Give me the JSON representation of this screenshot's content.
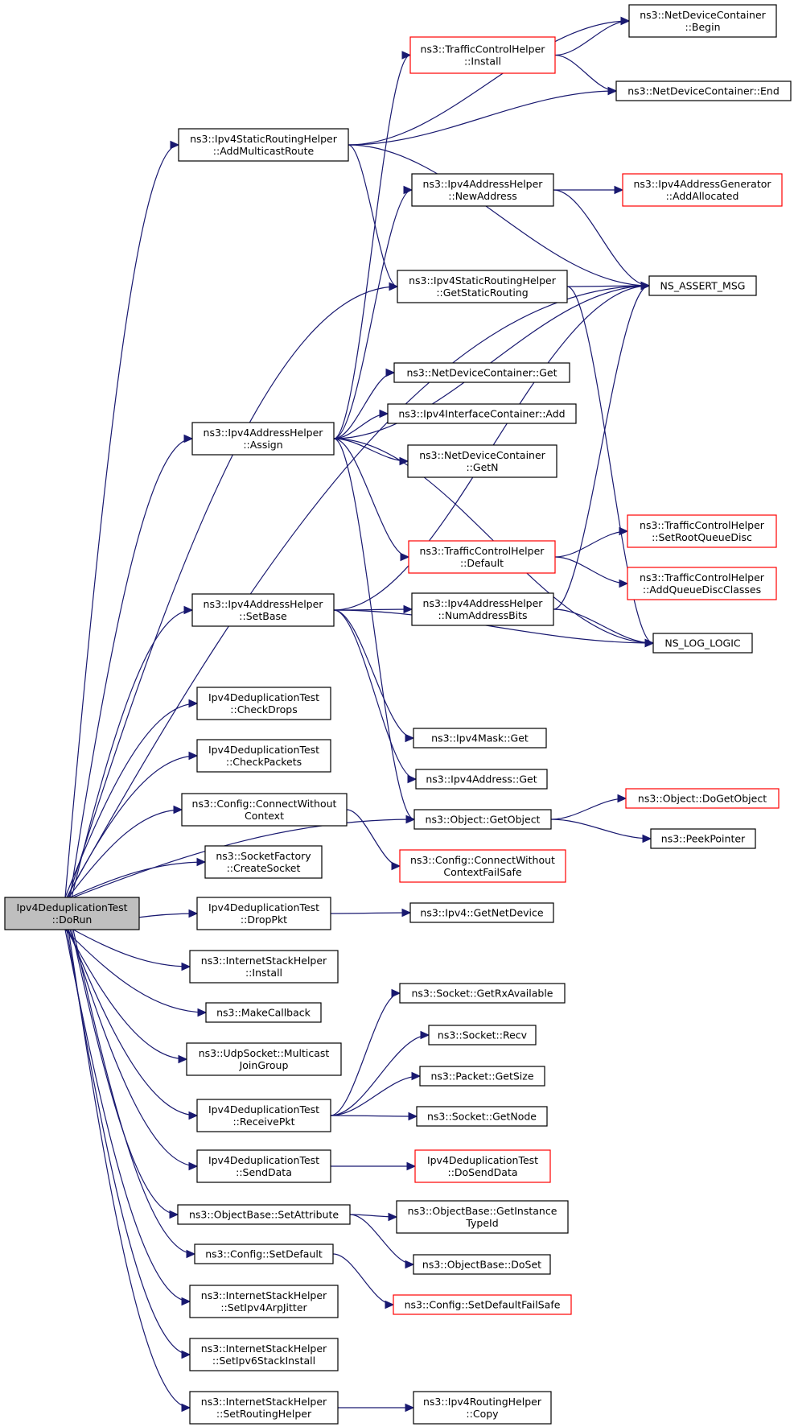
{
  "colors": {
    "edge": "#191970",
    "node_border": "#000000",
    "node_border_incomplete": "#ff0000",
    "root_fill": "#bfbfbf"
  },
  "nodes": {
    "root": {
      "lines": [
        "Ipv4DeduplicationTest",
        "::DoRun"
      ]
    },
    "add_mcast": {
      "lines": [
        "ns3::Ipv4StaticRoutingHelper",
        "::AddMulticastRoute"
      ]
    },
    "assign": {
      "lines": [
        "ns3::Ipv4AddressHelper",
        "::Assign"
      ]
    },
    "setbase": {
      "lines": [
        "ns3::Ipv4AddressHelper",
        "::SetBase"
      ]
    },
    "checkdrops": {
      "lines": [
        "Ipv4DeduplicationTest",
        "::CheckDrops"
      ]
    },
    "checkpackets": {
      "lines": [
        "Ipv4DeduplicationTest",
        "::CheckPackets"
      ]
    },
    "connwoctx": {
      "lines": [
        "ns3::Config::ConnectWithout",
        "Context"
      ]
    },
    "createsocket": {
      "lines": [
        "ns3::SocketFactory",
        "::CreateSocket"
      ]
    },
    "droppkt": {
      "lines": [
        "Ipv4DeduplicationTest",
        "::DropPkt"
      ]
    },
    "ish_install": {
      "lines": [
        "ns3::InternetStackHelper",
        "::Install"
      ]
    },
    "makecb": {
      "lines": [
        "ns3::MakeCallback"
      ]
    },
    "mcastjoin": {
      "lines": [
        "ns3::UdpSocket::Multicast",
        "JoinGroup"
      ]
    },
    "receivepkt": {
      "lines": [
        "Ipv4DeduplicationTest",
        "::ReceivePkt"
      ]
    },
    "senddata": {
      "lines": [
        "Ipv4DeduplicationTest",
        "::SendData"
      ]
    },
    "setattr": {
      "lines": [
        "ns3::ObjectBase::SetAttribute"
      ]
    },
    "setdefault": {
      "lines": [
        "ns3::Config::SetDefault"
      ]
    },
    "arpjitter": {
      "lines": [
        "ns3::InternetStackHelper",
        "::SetIpv4ArpJitter"
      ]
    },
    "ipv6install": {
      "lines": [
        "ns3::InternetStackHelper",
        "::SetIpv6StackInstall"
      ]
    },
    "routinghelper": {
      "lines": [
        "ns3::InternetStackHelper",
        "::SetRoutingHelper"
      ]
    },
    "tch_install": {
      "lines": [
        "ns3::TrafficControlHelper",
        "::Install"
      ]
    },
    "newaddress": {
      "lines": [
        "ns3::Ipv4AddressHelper",
        "::NewAddress"
      ]
    },
    "getstatic": {
      "lines": [
        "ns3::Ipv4StaticRoutingHelper",
        "::GetStaticRouting"
      ]
    },
    "ndc_get": {
      "lines": [
        "ns3::NetDeviceContainer::Get"
      ]
    },
    "ifc_add": {
      "lines": [
        "ns3::Ipv4InterfaceContainer::Add"
      ]
    },
    "ndc_getn": {
      "lines": [
        "ns3::NetDeviceContainer",
        "::GetN"
      ]
    },
    "tch_default": {
      "lines": [
        "ns3::TrafficControlHelper",
        "::Default"
      ]
    },
    "numaddrbits": {
      "lines": [
        "ns3::Ipv4AddressHelper",
        "::NumAddressBits"
      ]
    },
    "mask_get": {
      "lines": [
        "ns3::Ipv4Mask::Get"
      ]
    },
    "addr_get": {
      "lines": [
        "ns3::Ipv4Address::Get"
      ]
    },
    "getobject": {
      "lines": [
        "ns3::Object::GetObject"
      ]
    },
    "connfailsafe": {
      "lines": [
        "ns3::Config::ConnectWithout",
        "ContextFailSafe"
      ]
    },
    "getnetdevice": {
      "lines": [
        "ns3::Ipv4::GetNetDevice"
      ]
    },
    "getrxavail": {
      "lines": [
        "ns3::Socket::GetRxAvailable"
      ]
    },
    "recv": {
      "lines": [
        "ns3::Socket::Recv"
      ]
    },
    "getsize": {
      "lines": [
        "ns3::Packet::GetSize"
      ]
    },
    "getnode": {
      "lines": [
        "ns3::Socket::GetNode"
      ]
    },
    "dosenddata": {
      "lines": [
        "Ipv4DeduplicationTest",
        "::DoSendData"
      ]
    },
    "getinsttype": {
      "lines": [
        "ns3::ObjectBase::GetInstance",
        "TypeId"
      ]
    },
    "doset": {
      "lines": [
        "ns3::ObjectBase::DoSet"
      ]
    },
    "setdefaultfs": {
      "lines": [
        "ns3::Config::SetDefaultFailSafe"
      ]
    },
    "rh_copy": {
      "lines": [
        "ns3::Ipv4RoutingHelper",
        "::Copy"
      ]
    },
    "ndc_begin": {
      "lines": [
        "ns3::NetDeviceContainer",
        "::Begin"
      ]
    },
    "ndc_end": {
      "lines": [
        "ns3::NetDeviceContainer::End"
      ]
    },
    "addallocated": {
      "lines": [
        "ns3::Ipv4AddressGenerator",
        "::AddAllocated"
      ]
    },
    "assert": {
      "lines": [
        "NS_ASSERT_MSG"
      ]
    },
    "setrootqd": {
      "lines": [
        "ns3::TrafficControlHelper",
        "::SetRootQueueDisc"
      ]
    },
    "addqdclasses": {
      "lines": [
        "ns3::TrafficControlHelper",
        "::AddQueueDiscClasses"
      ]
    },
    "loglogic": {
      "lines": [
        "NS_LOG_LOGIC"
      ]
    },
    "dogetobject": {
      "lines": [
        "ns3::Object::DoGetObject"
      ]
    },
    "peekpointer": {
      "lines": [
        "ns3::PeekPointer"
      ]
    }
  }
}
